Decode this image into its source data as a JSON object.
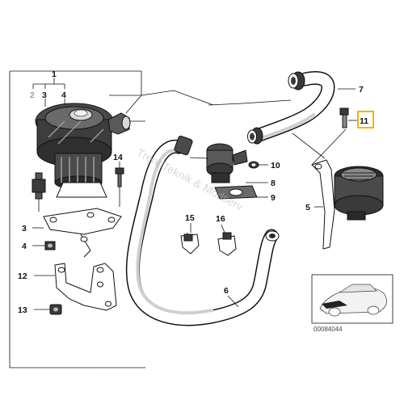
{
  "diagram": {
    "callouts": {
      "c1": "1",
      "c2": "2",
      "c3": "3",
      "c4": "4",
      "c5": "5",
      "c6": "6",
      "c7": "7",
      "c8": "8",
      "c9": "9",
      "c10": "10",
      "c11": "11",
      "c12": "12",
      "c13": "13",
      "c14": "14",
      "c15": "15",
      "c16": "16"
    },
    "group_labels": {
      "g3": "3",
      "g4": "4"
    },
    "highlight": {
      "label": "11",
      "color": "#f2b400"
    },
    "thumbnail_code": "00084044",
    "watermark": "TrendTeknik & Modserv"
  }
}
